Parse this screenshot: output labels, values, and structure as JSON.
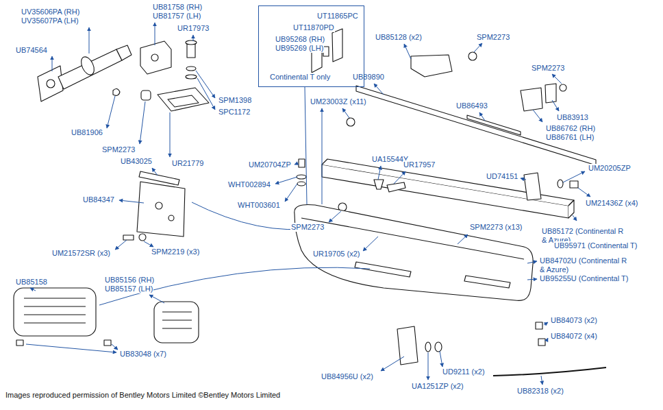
{
  "diagram": {
    "caption": "Images reproduced permission of Bentley Motors Limited ©Bentley Motors Limited",
    "nodes": [
      {
        "text": [
          "UT11865PC",
          "UT11870PD",
          "UB95268 (RH)",
          "UB95269 (LH)",
          "Continental T only"
        ]
      }
    ],
    "labels": [
      "UV35606PA (RH)",
      "UV35607PA (LH)",
      "UB74564",
      "UB81758 (RH)",
      "UB81757 (LH)",
      "UR17973",
      "SPM1398",
      "SPC1172",
      "UB81906",
      "SPM2273",
      "UR21779",
      "UM23003Z (x11)",
      "UB85128 (x2)",
      "SPM2273",
      "UB89890",
      "SPM2273",
      "UB86493",
      "UB83913",
      "UB86762 (RH)",
      "UB86761 (LH)",
      "UB43025",
      "UM20704ZP",
      "UA15544Y",
      "UR17957",
      "UD74151",
      "UM20205ZP",
      "WHT002894",
      "UB84347",
      "WHT003601",
      "UM21436Z (x4)",
      "SPM2273",
      "SPM2273 (x13)",
      "UB85172 (Continental R & Azure)",
      "UB95971 (Continental T)",
      "UM21572SR (x3)",
      "SPM2219 (x3)",
      "UR19705 (x2)",
      "UB84702U (Continental R & Azure)",
      "UB95255U (Continental T)",
      "UB85158",
      "UB85156 (RH)",
      "UB85157 (LH)",
      "UB84073 (x2)",
      "UB84072 (x4)",
      "UB83048 (x7)",
      "UD9211 (x2)",
      "UB84956U (x2)",
      "UA1251ZP (x2)",
      "UB82318 (x2)"
    ]
  }
}
